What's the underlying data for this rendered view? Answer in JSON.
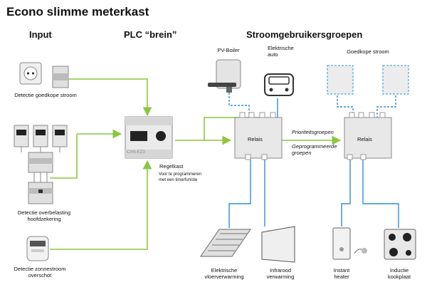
{
  "title": "Econo slimme meterkast",
  "headers": {
    "input": "Input",
    "plc": "PLC “brein”",
    "consumers": "Stroomgebruikersgroepen"
  },
  "inputs": {
    "cheap_power": "Detectie goedkope stroom",
    "overload_line1": "Detectie overbelasting",
    "overload_line2": "hoofdzekering",
    "solar_line1": "Detectie zonnestroom",
    "solar_line2": "overschot"
  },
  "plc": {
    "device_label": "CAN-EZ3",
    "name": "Regelkast",
    "desc_line1": "Voor te programmeren",
    "desc_line2": "met een timerfunctie"
  },
  "relays": {
    "left": "Relais",
    "right": "Relais"
  },
  "groups": {
    "priority": "Prioriteitsgroepen",
    "programmed_line1": "Geprogrammeerde",
    "programmed_line2": "groepen"
  },
  "consumers": {
    "pv_boiler": "PV-Boiler",
    "ev_line1": "Elektrische",
    "ev_line2": "auto",
    "cheap_power": "Goedkope stroom",
    "floor_line1": "Elektrische",
    "floor_line2": "vloerverwarming",
    "ir_line1": "Infrarood",
    "ir_line2": "verwarming",
    "instant_line1": "Instant",
    "instant_line2": "heater",
    "induction_line1": "Inductie",
    "induction_line2": "kookplaat"
  },
  "colors": {
    "green_line": "#8cc63f",
    "blue_line": "#2f8fd0",
    "device_grey": "#e6e6e6",
    "device_border": "#888888"
  }
}
